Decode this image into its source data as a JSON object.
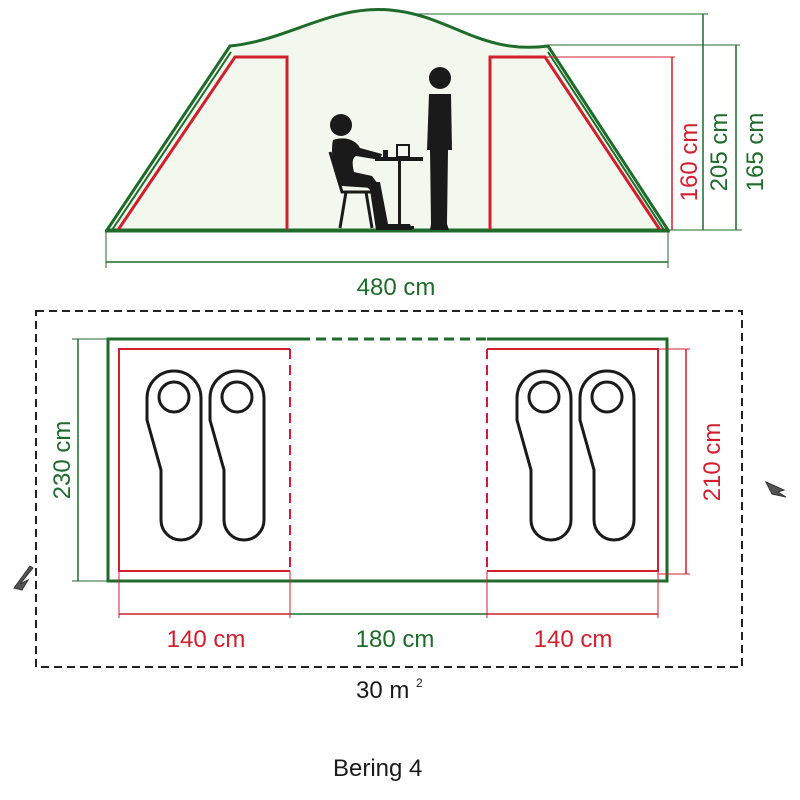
{
  "colors": {
    "green": "#1f6b2b",
    "red": "#d0202e",
    "dark": "#1a1a1a",
    "fill": "#f2f8ee",
    "dash": "#222222"
  },
  "side_view": {
    "dim_inner_height": "160 cm",
    "dim_total_height": "205 cm",
    "dim_side_height": "165 cm",
    "dim_length": "480 cm"
  },
  "floor_plan": {
    "dim_width": "230 cm",
    "dim_bedroom_width": "210 cm",
    "dim_bedroom_left": "140 cm",
    "dim_living": "180 cm",
    "dim_bedroom_right": "140 cm",
    "area_value": "30 m",
    "area_unit_sup": "2"
  },
  "product": {
    "name": "Bering 4"
  },
  "icons": [
    "seated-person-icon",
    "standing-person-icon",
    "table-icon",
    "chair-icon",
    "sleeping-bag-icon",
    "tent-peg-icon"
  ]
}
